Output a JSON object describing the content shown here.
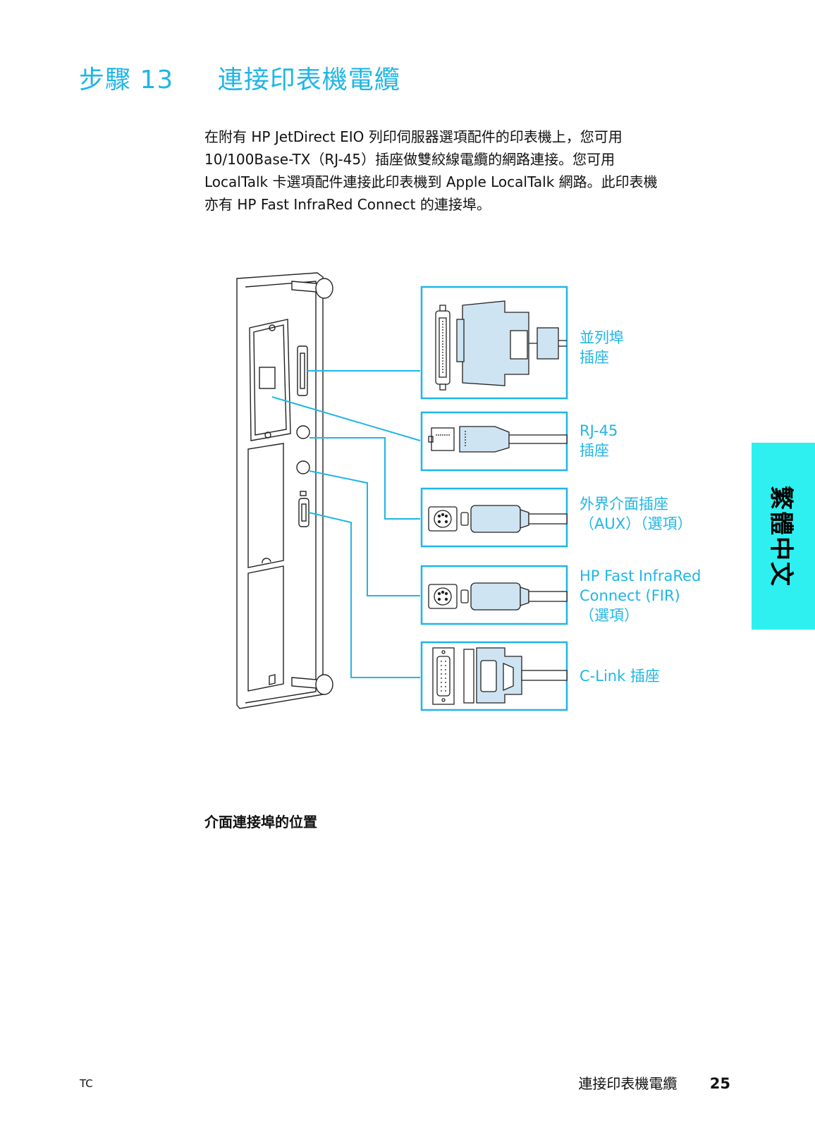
{
  "header": {
    "step_label": "步驟 13",
    "step_title": "連接印表機電纜"
  },
  "intro": {
    "lines": [
      "在附有 HP JetDirect EIO 列印伺服器選項配件的印表機上，您可用",
      "10/100Base-TX（RJ-45）插座做雙絞線電纜的網路連接。您可用",
      "LocalTalk 卡選項配件連接此印表機到 Apple LocalTalk 網路。此印表機",
      "亦有 HP Fast InfraRed Connect 的連接埠。"
    ]
  },
  "diagram": {
    "labels": {
      "parallel": [
        "並列埠",
        "插座"
      ],
      "rj45": [
        "RJ-45",
        "插座"
      ],
      "aux": [
        "外界介面插座",
        "（AUX）（選項）"
      ],
      "fir": [
        "HP Fast InfraRed",
        "Connect (FIR)",
        "（選項）"
      ],
      "clink": [
        "C-Link 插座"
      ]
    }
  },
  "caption": "介面連接埠的位置",
  "side_tab": "繁體中文",
  "footer": {
    "lang_code": "TC",
    "section_title": "連接印表機電纜",
    "page_number": "25"
  },
  "colors": {
    "accent": "#1fb6e6",
    "tab_bg": "#2ff0f0",
    "connector_fill": "#cfe4f2"
  }
}
